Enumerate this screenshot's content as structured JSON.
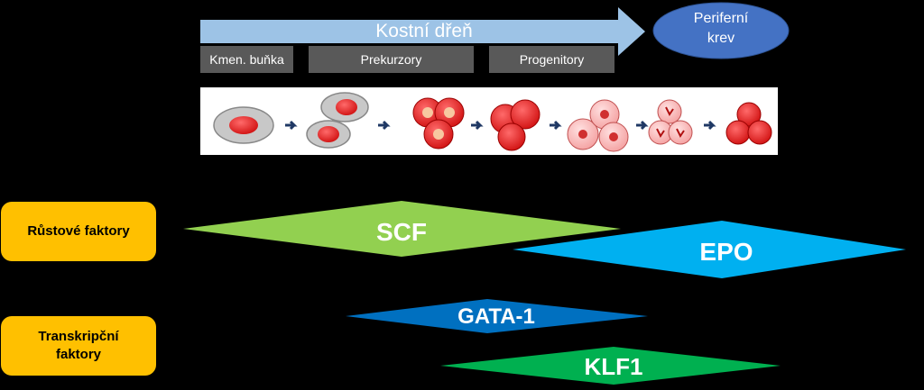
{
  "header": {
    "arrow_label": "Kostní dřeň",
    "oval_label_line1": "Periferní",
    "oval_label_line2": "krev"
  },
  "stages": [
    {
      "label": "Kmen. buňka"
    },
    {
      "label": "Prekurzory"
    },
    {
      "label": "Progenitory"
    }
  ],
  "side_labels": {
    "growth_factors": "Růstové faktory",
    "transcription_factors_line1": "Transkripční",
    "transcription_factors_line2": "faktory"
  },
  "factors": {
    "scf": "SCF",
    "epo": "EPO",
    "gata1": "GATA-1",
    "klf1": "KLF1"
  },
  "colors": {
    "arrow": "#9DC3E6",
    "oval": "#4472C4",
    "stage_box": "#595959",
    "side_label": "#FFC000",
    "scf": "#92D050",
    "epo": "#00B0F0",
    "gata1": "#0070C0",
    "klf1": "#00B050",
    "cell_red": "#E02020"
  }
}
